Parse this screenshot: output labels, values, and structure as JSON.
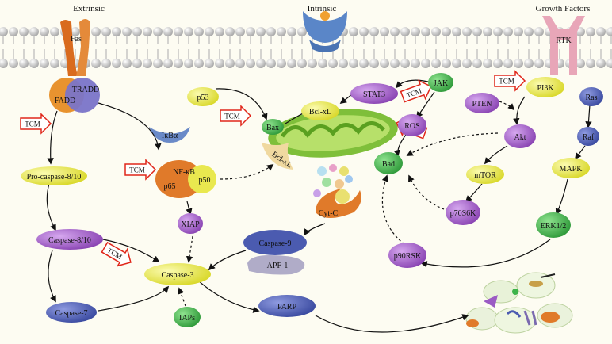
{
  "header": {
    "extrinsic": "Extrinsic",
    "intrinsic": "Intrinsic",
    "growth_factors": "Growth Factors"
  },
  "receptors": {
    "fas": "Fas",
    "rtk": "RTK"
  },
  "nodes": {
    "fadd": "FADD",
    "tradd": "TRADD",
    "pro_caspase": "Pro-caspase-8/10",
    "caspase_8_10": "Caspase-8/10",
    "caspase_7": "Caspase-7",
    "caspase_3": "Caspase-3",
    "ikba": "IκBα",
    "nfkb": "NF-κB",
    "p65": "p65",
    "p50": "p50",
    "xiap": "XIAP",
    "iaps": "IAPs",
    "p53": "p53",
    "bax": "Bax",
    "bclxl_top": "Bcl-xL",
    "bclxl_membrane": "Bcl-xL",
    "stat3": "STAT3",
    "jak": "JAK",
    "ros": "ROS",
    "bad": "Bad",
    "cytc": "Cyt-C",
    "caspase_9": "Caspase-9",
    "apf1": "APF-1",
    "parp": "PARP",
    "pi3k": "PI3K",
    "pten": "PTEN",
    "akt": "Akt",
    "mtor": "mTOR",
    "p70s6k": "p70S6K",
    "p90rsk": "p90RSK",
    "ras": "Ras",
    "raf": "Raf",
    "mapk": "MAPK",
    "erk": "ERK1/2"
  },
  "tcm_label": "TCM",
  "colors": {
    "purple": "#9b5bc4",
    "yellow": "#e9e84f",
    "green": "#3db34a",
    "blue": "#4b5bb0",
    "orange": "#e07a2a",
    "pink": "#e8a6b8",
    "tcm_red": "#e0261a"
  }
}
